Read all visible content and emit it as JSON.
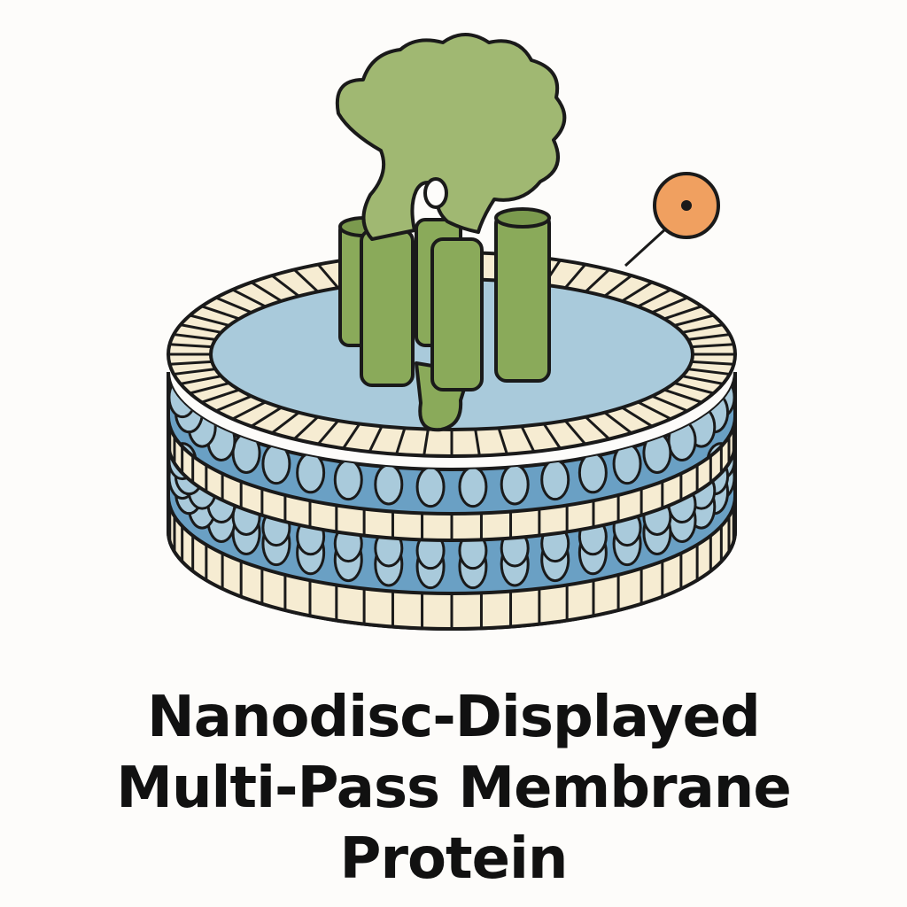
{
  "title": {
    "line1": "Nanodisc-Displayed",
    "line2": "Multi-Pass Membrane",
    "line3": "Protein"
  },
  "colors": {
    "background": "#fdfcfa",
    "outline": "#1a1a1a",
    "lipid_head": "#f6ecd2",
    "lipid_body": "#a9cadb",
    "lipid_core": "#6aa0c4",
    "protein": "#8aaa5a",
    "protein_light": "#a0b872",
    "label_marker": "#f0a060"
  },
  "icons": {
    "nanodisc": "nanodisc-illustration",
    "protein": "membrane-protein-illustration",
    "marker": "label-marker-icon"
  }
}
